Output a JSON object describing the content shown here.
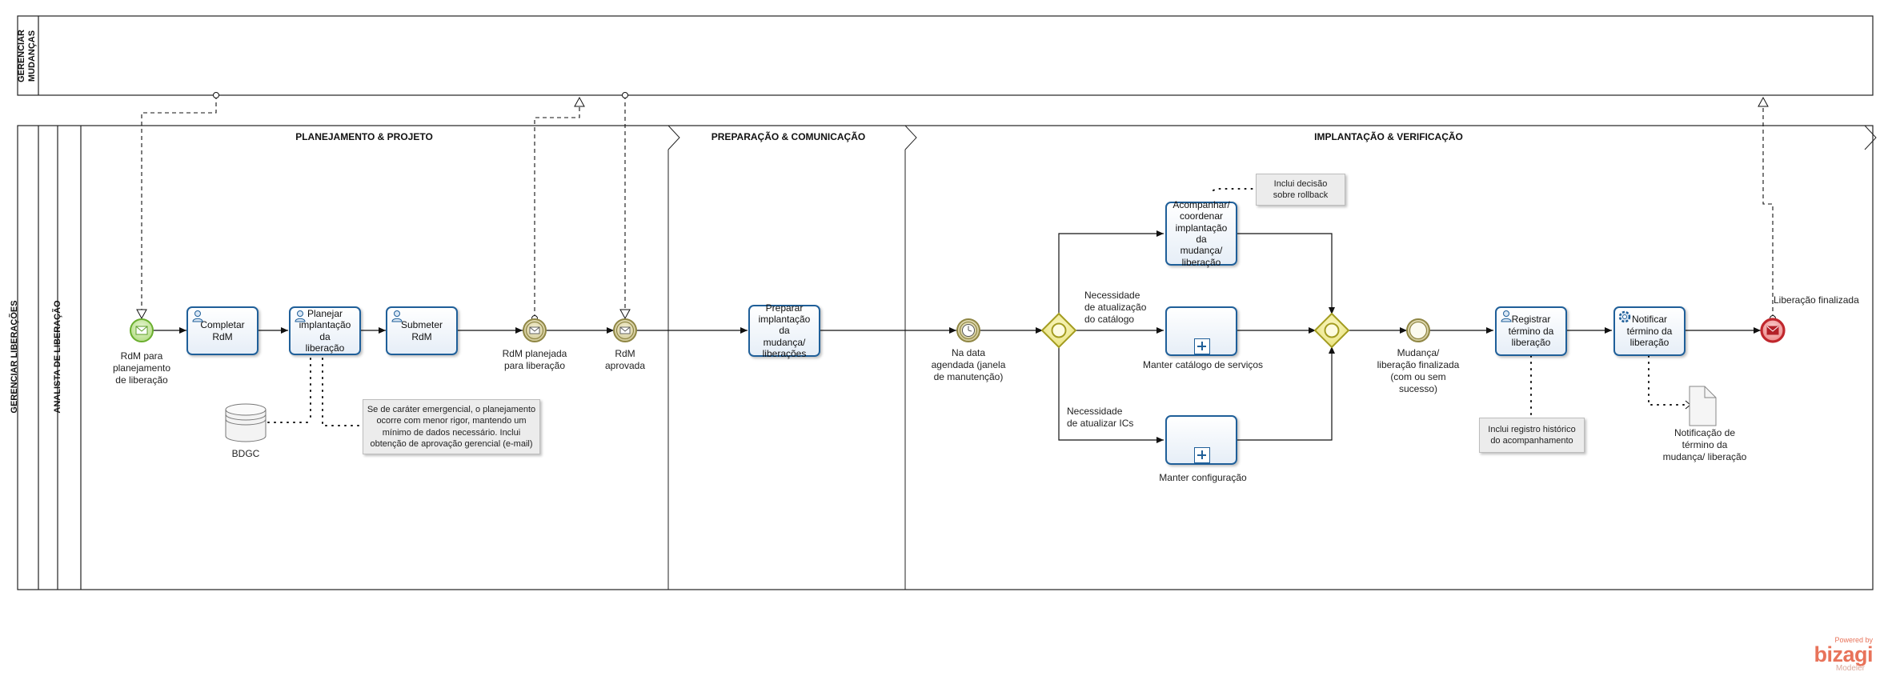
{
  "pools": {
    "top": "GERENCIAR\nMUDANÇAS",
    "main": "GERENCIAR LIBERAÇÕES",
    "lane": "ANALISTA DE LIBERAÇÃO"
  },
  "phases": {
    "p1": "PLANEJAMENTO  & PROJETO",
    "p2": "PREPARAÇÃO & COMUNICAÇÃO",
    "p3": "IMPLANTAÇÃO & VERIFICAÇÃO"
  },
  "events": {
    "start": "RdM para\nplanejamento\nde liberação",
    "msg1": "RdM planejada\npara liberação",
    "msg2": "RdM\naprovada",
    "timer": "Na data\nagendada (janela\nde manutenção)",
    "inter": "Mudança/\nliberação finalizada\n(com ou sem\nsucesso)",
    "end": "Liberação finalizada"
  },
  "tasks": {
    "completar": "Completar\nRdM",
    "planejar": "Planejar\nimplantação da\nliberação",
    "submeter": "Submeter\nRdM",
    "preparar": "Preparar\nimplantação da\nmudança/\nliberações",
    "acompanhar": "Acompanhar/\ncoordenar\nimplantação da\nmudança/\nliberação",
    "registrar": "Registrar\ntérmino da\nliberação",
    "notificar": "Notificar\ntérmino da\nliberação"
  },
  "subprocesses": {
    "catalogo": "Manter catálogo de serviços",
    "config": "Manter configuração"
  },
  "conditions": {
    "catalogo": "Necessidade\nde atualização\ndo catálogo",
    "ics": "Necessidade\nde atualizar ICs"
  },
  "artifacts": {
    "datastore": "BDGC",
    "document": "Notificação de\ntérmino da\nmudança/ liberação"
  },
  "notes": {
    "emergencial": "Se de caráter emergencial, o planejamento\nocorre com menor rigor, mantendo um\nmínimo de dados necessário. Inclui\nobtenção de aprovação gerencial (e-mail)",
    "rollback": "Inclui decisão\nsobre rollback",
    "historico": "Inclui registro histórico\ndo acompanhamento"
  },
  "branding": {
    "powered": "Powered by",
    "name": "bizagi",
    "product": "Modeler",
    "color": "#e8735a"
  },
  "colors": {
    "task_border": "#1f5f99",
    "start_event": "#7fbf3f",
    "message_event": "#9b9150",
    "gateway": "#c9c22b",
    "end_event": "#c0272d"
  }
}
